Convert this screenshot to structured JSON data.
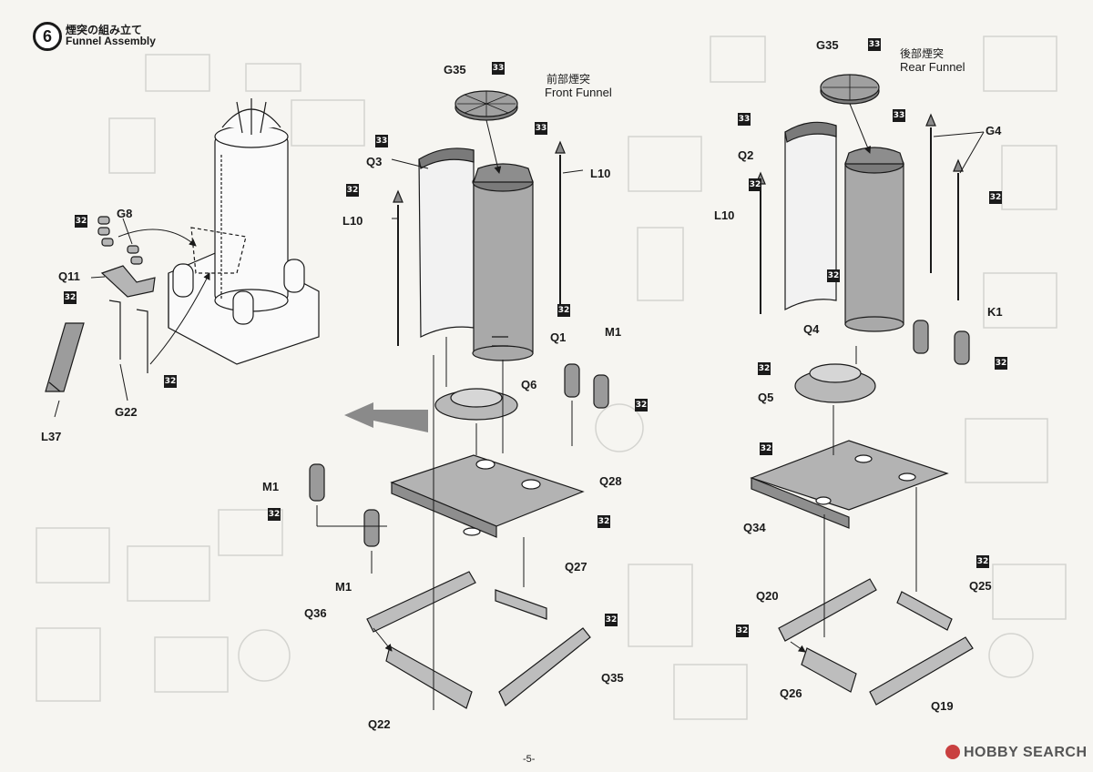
{
  "step": {
    "number": "6",
    "title_jp": "煙突の組み立て",
    "title_en": "Funnel Assembly"
  },
  "front_funnel": {
    "jp": "前部煙突",
    "en": "Front Funnel"
  },
  "rear_funnel": {
    "jp": "後部煙突",
    "en": "Rear Funnel"
  },
  "part_labels": {
    "g8": "G8",
    "q11": "Q11",
    "g22": "G22",
    "l37": "L37",
    "g35_front": "G35",
    "q3": "Q3",
    "l10_front_left": "L10",
    "l10_front_right": "L10",
    "q1": "Q1",
    "q6": "Q6",
    "m1_top": "M1",
    "m1_left": "M1",
    "m1_bottom": "M1",
    "q28": "Q28",
    "q27": "Q27",
    "q36": "Q36",
    "q35": "Q35",
    "q22": "Q22",
    "g35_rear": "G35",
    "q2": "Q2",
    "l10_rear": "L10",
    "g4": "G4",
    "q4": "Q4",
    "k1": "K1",
    "q5": "Q5",
    "q34": "Q34",
    "q20": "Q20",
    "q25": "Q25",
    "q26": "Q26",
    "q19": "Q19"
  },
  "cement_marker": "32",
  "thin_cement_marker": "33",
  "page_number": "-5-",
  "watermark": "HOBBY SEARCH",
  "colors": {
    "paper": "#f6f5f1",
    "line": "#1a1a1a",
    "part_grey": "#a9a9a9",
    "part_dark": "#7a7a7a",
    "arrow": "#8a8a8a"
  }
}
